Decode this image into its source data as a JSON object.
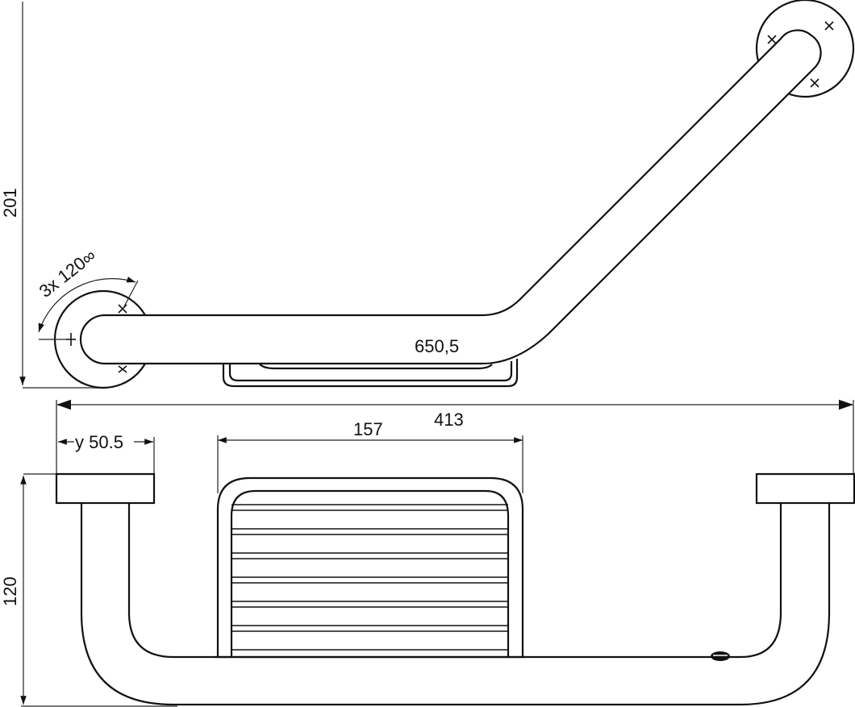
{
  "drawing": {
    "title": "Angled grab bar with soap basket — technical drawing",
    "views": [
      "top-view",
      "front-view"
    ]
  },
  "top_view": {
    "dimensions": {
      "height": "201",
      "length": "650,5",
      "fixing_angle": "3x 120∞"
    }
  },
  "front_view": {
    "dimensions": {
      "overall_width": "413",
      "basket_width": "157",
      "flange_diameter": "y 50.5",
      "projection": "120"
    }
  },
  "colors": {
    "line": "#111111",
    "dimension_line": "#777777",
    "background": "#ffffff"
  }
}
